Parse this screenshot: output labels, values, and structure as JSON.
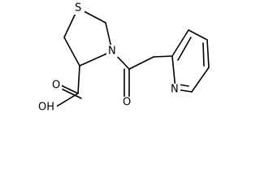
{
  "structure": {
    "atoms": {
      "sulfur": "S",
      "ring_nitrogen": "N",
      "carbonyl_oxygen": "O",
      "acid_group": "OH",
      "acid_carbonyl_oxygen": "O",
      "pyridine_nitrogen": "N"
    }
  }
}
